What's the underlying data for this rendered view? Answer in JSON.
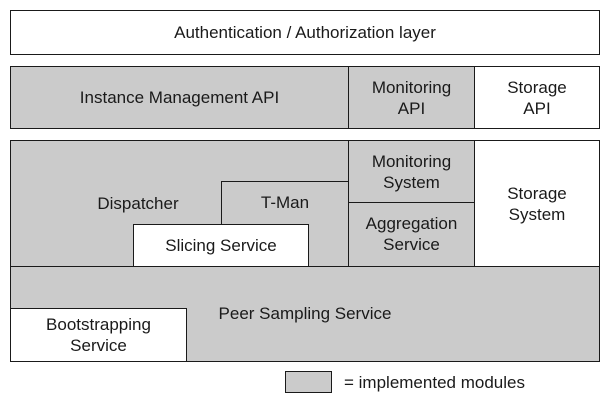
{
  "layers": {
    "auth": "Authentication / Authorization layer",
    "instance_api": "Instance Management API",
    "monitoring_api": "Monitoring\nAPI",
    "storage_api": "Storage\nAPI",
    "dispatcher": "Dispatcher",
    "tman": "T-Man",
    "slicing": "Slicing Service",
    "monitoring_system": "Monitoring\nSystem",
    "aggregation": "Aggregation\nService",
    "storage_system": "Storage\nSystem",
    "peer_sampling": "Peer Sampling Service",
    "bootstrapping": "Bootstrapping\nService"
  },
  "legend": {
    "label": "= implemented modules"
  },
  "colors": {
    "implemented": "#cbcbcb",
    "not_implemented": "#ffffff",
    "border": "#1a1a1a"
  }
}
